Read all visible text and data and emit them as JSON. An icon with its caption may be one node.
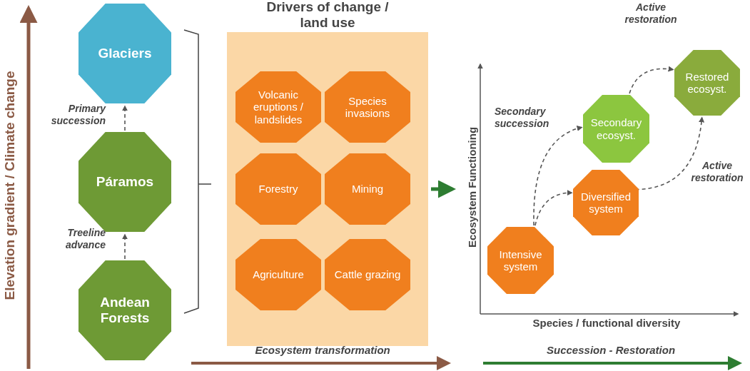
{
  "diagram": {
    "nodes": [
      {
        "text": [
          "Glaciers"
        ]
      },
      {
        "text": [
          "Páramos"
        ]
      },
      {
        "text": [
          "Andean Forests"
        ]
      },
      {
        "text": [
          "Drivers of change / land use"
        ]
      },
      {
        "text": [
          "Volcanic eruptions / landslides"
        ],
        "in": 3
      },
      {
        "text": [
          "Species invasions"
        ],
        "in": 3
      },
      {
        "text": [
          "Forestry"
        ],
        "in": 3
      },
      {
        "text": [
          "Mining"
        ],
        "in": 3
      },
      {
        "text": [
          "Agriculture"
        ],
        "in": 3
      },
      {
        "text": [
          "Cattle grazing"
        ],
        "in": 3
      },
      {
        "text": [
          "Intensive system"
        ]
      },
      {
        "text": [
          "Diversified system"
        ]
      },
      {
        "text": [
          "Secondary ecosyst."
        ]
      },
      {
        "text": [
          "Restored ecosyst."
        ]
      }
    ],
    "edges": [
      {
        "from": 2,
        "to": 1,
        "arrow": "to",
        "label": "Treeline advance",
        "style": "dashed"
      },
      {
        "from": 1,
        "to": 0,
        "arrow": "to",
        "label": "Primary succession",
        "style": "dashed"
      },
      {
        "from": 3,
        "to": null,
        "arrow": "to",
        "style": "thick",
        "color": "#2e7d32"
      },
      {
        "from": 10,
        "to": 12,
        "arrow": "to",
        "label": "Secondary succession",
        "style": "dashed"
      },
      {
        "from": 10,
        "to": 11,
        "arrow": "to",
        "style": "dashed"
      },
      {
        "from": 12,
        "to": 13,
        "arrow": "to",
        "label": "Active restoration",
        "style": "dashed"
      },
      {
        "from": 11,
        "to": 13,
        "arrow": "to",
        "label": "Active restoration",
        "style": "dashed"
      }
    ],
    "labels": [
      "Elevation gradient / Climate change",
      "Ecosystem Functioning",
      "Species / functional diversity",
      "Ecosystem transformation",
      "Succession - Restoration"
    ]
  }
}
